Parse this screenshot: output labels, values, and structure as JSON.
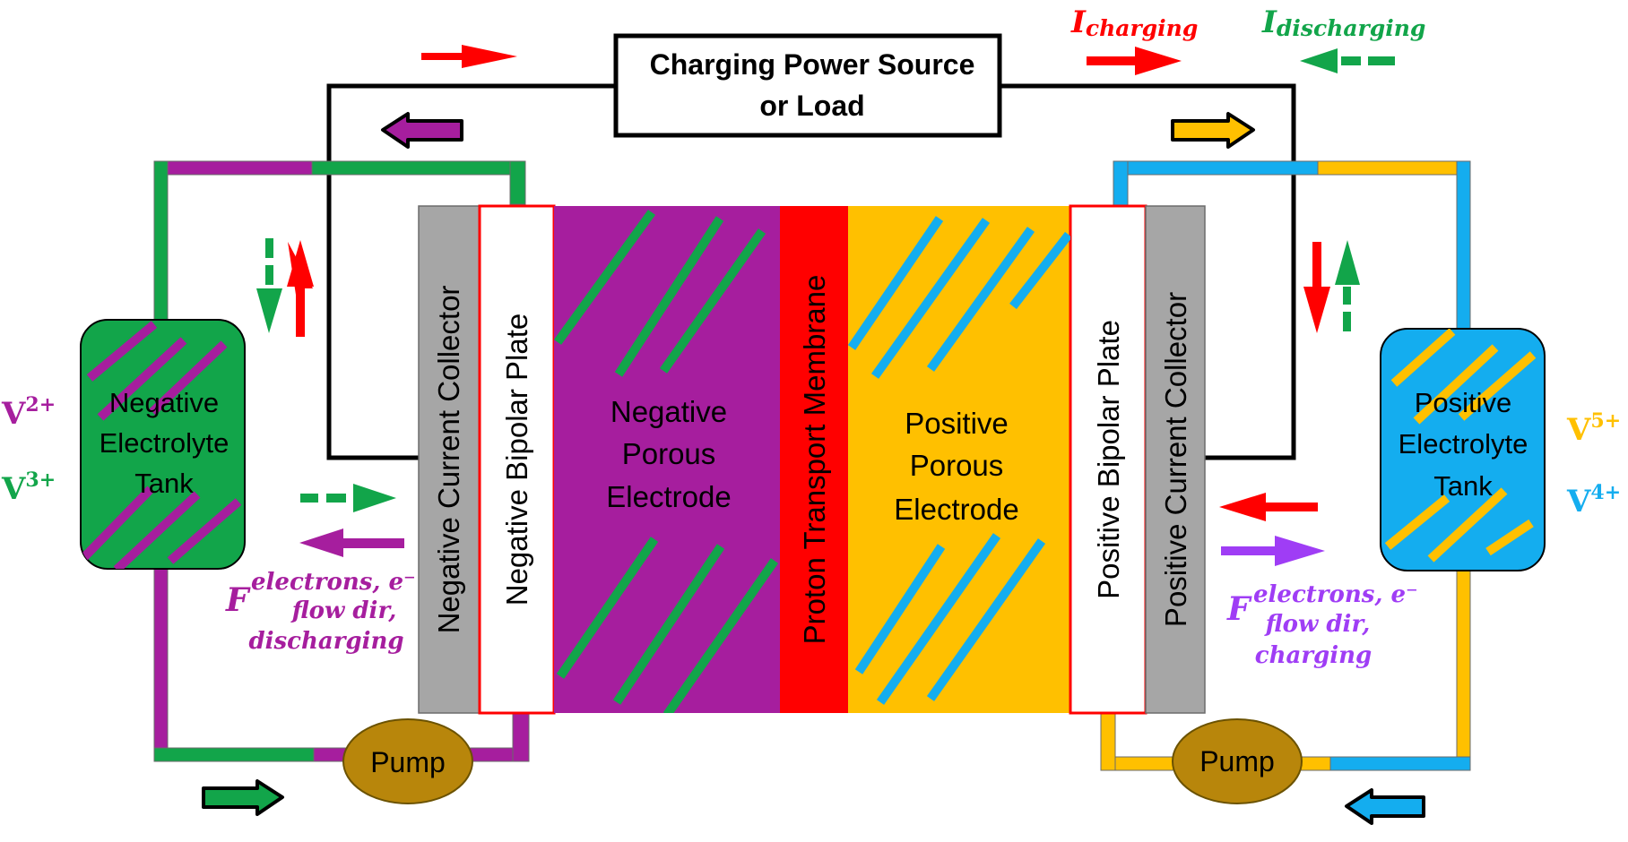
{
  "source_box": {
    "line1": "Charging Power Source",
    "line2": "or Load"
  },
  "current_labels": {
    "charging_symbol": "I",
    "charging_sub": "charging",
    "discharging_symbol": "I",
    "discharging_sub": "discharging"
  },
  "cell_layers": {
    "negative_collector": "Negative Current Collector",
    "negative_bipolar": "Negative Bipolar Plate",
    "negative_electrode": [
      "Negative",
      "Porous",
      "Electrode"
    ],
    "membrane": "Proton Transport Membrane",
    "positive_electrode": [
      "Positive",
      "Porous",
      "Electrode"
    ],
    "positive_bipolar": "Positive Bipolar Plate",
    "positive_collector": "Positive Current Collector"
  },
  "tanks": {
    "negative": [
      "Negative",
      "Electrolyte",
      "Tank"
    ],
    "positive": [
      "Positive",
      "Electrolyte",
      "Tank"
    ]
  },
  "pumps": {
    "left": "Pump",
    "right": "Pump"
  },
  "ions": {
    "v2_base": "V",
    "v2_sup": "2+",
    "v3_base": "V",
    "v3_sup": "3+",
    "v5_base": "V",
    "v5_sup": "5+",
    "v4_base": "V",
    "v4_sup": "4+"
  },
  "flow_labels": {
    "left": {
      "F": "F",
      "sup": "electrons, e⁻",
      "line2": "flow dir,",
      "line3": "discharging"
    },
    "right": {
      "F": "F",
      "sup": "electrons, e⁻",
      "line2": "flow dir,",
      "line3": "charging"
    }
  },
  "colors": {
    "purple": "#A61E9E",
    "green": "#12A54A",
    "yellow": "#FFC000",
    "blue": "#14ADEF",
    "red": "#FF0000",
    "gray": "#A6A6A6",
    "pump": "#B8860B",
    "violet": "#9F3DF5"
  }
}
